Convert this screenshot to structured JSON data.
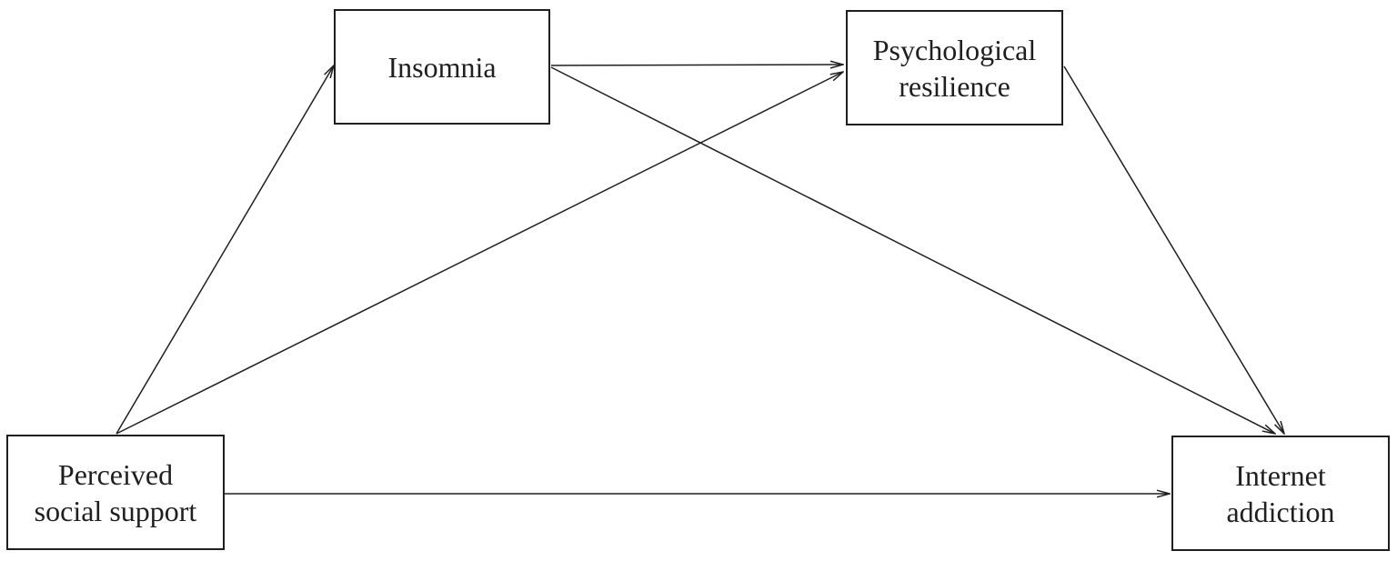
{
  "figure": {
    "type": "path-model-diagram",
    "background_color": "#ffffff",
    "line_color": "#1f1f1f",
    "box_border_color": "#1f1f1f",
    "box_fill_color": "#ffffff",
    "nodes": {
      "insomnia": {
        "label": "Insomnia"
      },
      "psychological_resilience": {
        "label": "Psychological resilience"
      },
      "perceived_social_support": {
        "label": "Perceived social support"
      },
      "internet_addiction": {
        "label": "Internet addiction"
      }
    },
    "edges": [
      {
        "from": "perceived_social_support",
        "to": "insomnia",
        "directed": true
      },
      {
        "from": "perceived_social_support",
        "to": "psychological_resilience",
        "directed": true
      },
      {
        "from": "insomnia",
        "to": "psychological_resilience",
        "directed": true
      },
      {
        "from": "insomnia",
        "to": "internet_addiction",
        "directed": true
      },
      {
        "from": "psychological_resilience",
        "to": "internet_addiction",
        "directed": true
      },
      {
        "from": "perceived_social_support",
        "to": "internet_addiction",
        "directed": true
      }
    ]
  }
}
